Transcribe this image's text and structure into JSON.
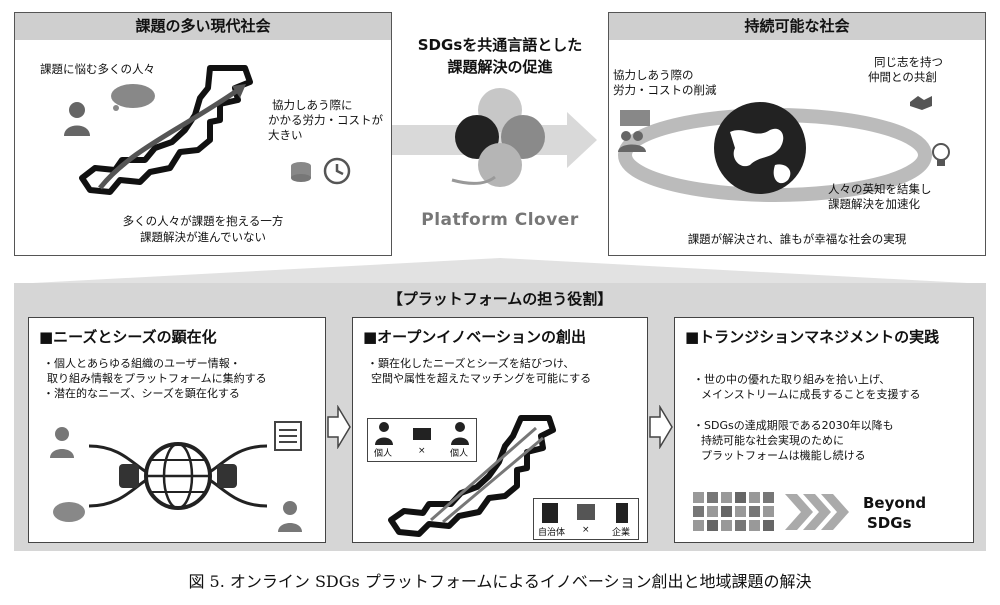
{
  "left_panel": {
    "title": "課題の多い現代社会",
    "label_people": "課題に悩む多くの人々",
    "label_cost": [
      "協力しあう際に",
      "かかる労力・コストが",
      "大きい"
    ],
    "footer": [
      "多くの人々が課題を抱える一方",
      "課題解決が進んでいない"
    ]
  },
  "center": {
    "title": [
      "SDGsを共通言語とした",
      "課題解決の促進"
    ],
    "brand": "Platform Clover"
  },
  "right_panel": {
    "title": "持続可能な社会",
    "label_cost": [
      "協力しあう際の",
      "労力・コストの削減"
    ],
    "label_partner": [
      "同じ志を持つ",
      "仲間との共創"
    ],
    "label_wisdom": [
      "人々の英知を結集し",
      "課題解決を加速化"
    ],
    "footer": "課題が解決され、誰もが幸福な社会の実現"
  },
  "roles": {
    "title": "【プラットフォームの担う役割】",
    "box1": {
      "heading": "■ニーズとシーズの顕在化",
      "bullets": [
        "・個人とあらゆる組織のユーザー情報・",
        "取り組み情報をプラットフォームに集約する",
        "・潜在的なニーズ、シーズを顕在化する"
      ]
    },
    "box2": {
      "heading": "■オープンイノベーションの創出",
      "bullets": [
        "・顕在化したニーズとシーズを結びつけ、",
        "空間や属性を超えたマッチングを可能にする"
      ],
      "card_top": [
        "個人",
        "×",
        "個人"
      ],
      "card_bottom": [
        "自治体",
        "×",
        "企業"
      ]
    },
    "box3": {
      "heading": "■トランジションマネジメントの実践",
      "bullets": [
        "・世の中の優れた取り組みを拾い上げ、",
        "メインストリームに成長することを支援する",
        "・SDGsの達成期限である2030年以降も",
        "持続可能な社会実現のために",
        "プラットフォームは機能し続ける"
      ],
      "beyond": [
        "Beyond",
        "SDGs"
      ]
    }
  },
  "caption": "図 5. オンライン SDGs プラットフォームによるイノベーション創出と地域課題の解決"
}
